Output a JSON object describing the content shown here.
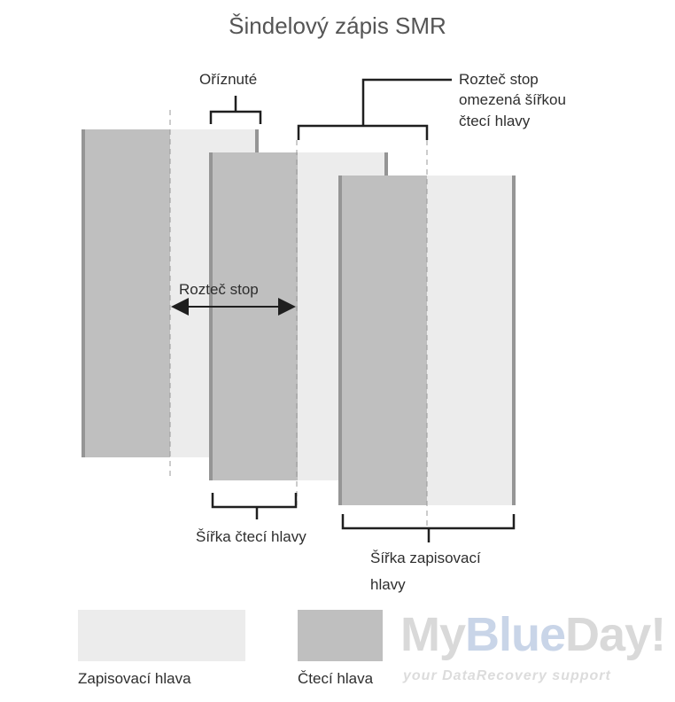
{
  "title": "Šindelový zápis SMR",
  "labels": {
    "trimmed": "Oříznuté",
    "pitch_limited_line1": "Rozteč stop",
    "pitch_limited_line2": "omezená šířkou",
    "pitch_limited_line3": "čtecí hlavy",
    "track_pitch": "Rozteč stop",
    "read_head_width": "Šířka čtecí hlavy",
    "write_head_width_line1": "Šířka zapisovací",
    "write_head_width_line2": "hlavy"
  },
  "legend": {
    "write_head": "Zapisovací hlava",
    "read_head": "Čtecí hlava"
  },
  "watermark": {
    "brand_part1": "My",
    "brand_part2": "Blue",
    "brand_part3": "Day!",
    "tagline": "your DataRecovery support"
  },
  "colors": {
    "write_head": "#ececec",
    "read_head": "#bfbfbf",
    "edge": "#959595",
    "line": "#1f1f1f",
    "dash": "#9a9a9a"
  }
}
